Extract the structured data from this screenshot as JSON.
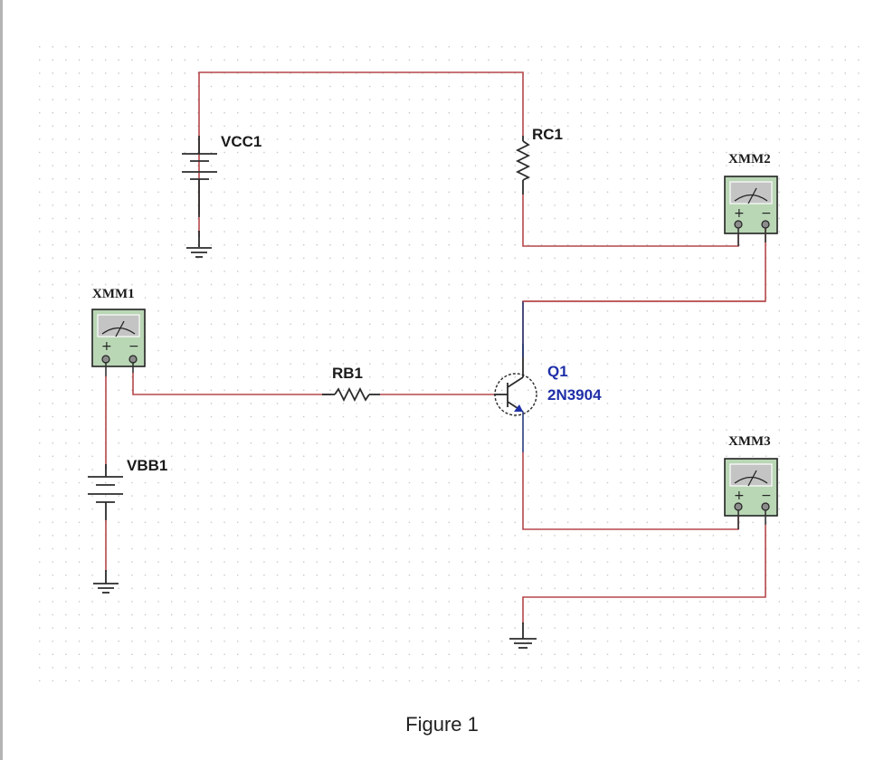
{
  "caption": "Figure 1",
  "colors": {
    "wire": "#b5474a",
    "component_label": "#1a1a1a",
    "transistor_label": "#1f2fa8",
    "multimeter_body": "#b9d6b5",
    "multimeter_face": "#c4c4c4",
    "grid_dot": "#c8c8c8"
  },
  "components": {
    "vcc": {
      "ref": "VCC1",
      "type": "dc-voltage-source"
    },
    "vbb": {
      "ref": "VBB1",
      "type": "dc-voltage-source"
    },
    "rc": {
      "ref": "RC1",
      "type": "resistor"
    },
    "rb": {
      "ref": "RB1",
      "type": "resistor"
    },
    "q1": {
      "ref": "Q1",
      "model": "2N3904",
      "type": "npn-transistor"
    },
    "xmm1": {
      "ref": "XMM1",
      "type": "multimeter",
      "plus": "+",
      "minus": "−"
    },
    "xmm2": {
      "ref": "XMM2",
      "type": "multimeter",
      "plus": "+",
      "minus": "−"
    },
    "xmm3": {
      "ref": "XMM3",
      "type": "multimeter",
      "plus": "+",
      "minus": "−"
    }
  }
}
